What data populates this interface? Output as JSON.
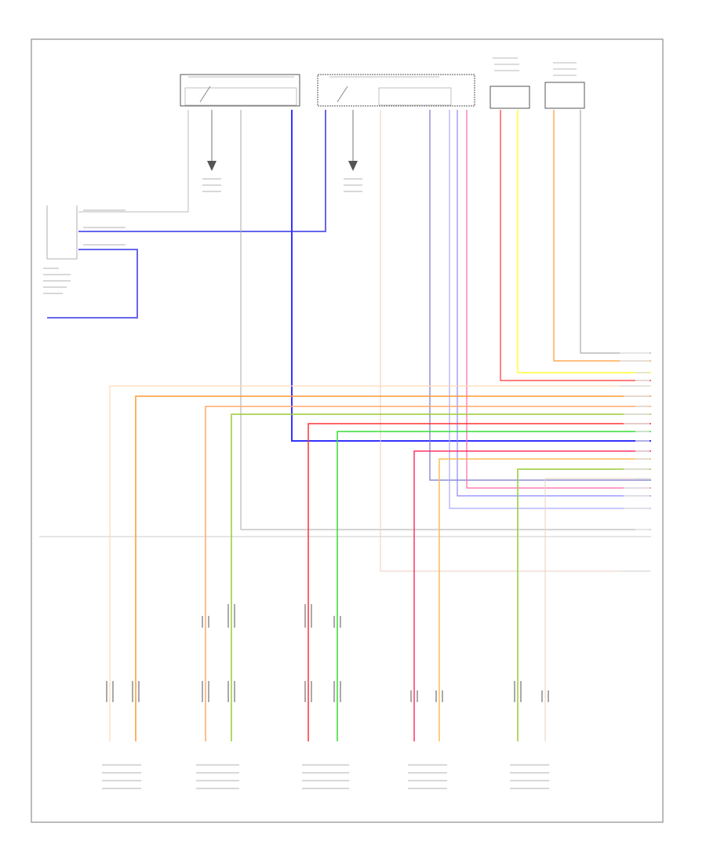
{
  "diagram": {
    "footer_code": "",
    "colors": {
      "frame": "#777777",
      "tan": "#e6c8a6",
      "orange": "#ff9933",
      "brown": "#c98a55",
      "red": "#ff3333",
      "pink": "#ff66aa",
      "green": "#33dd33",
      "yellow": "#ffff33",
      "blue": "#3333ff",
      "lavender": "#aaaaff",
      "gray": "#aaaaaa"
    },
    "components": [
      {
        "id": "left-seat-heater-module-connector",
        "label": ""
      },
      {
        "id": "right-seat-heater-module-connector",
        "label": ""
      },
      {
        "id": "top-right-module-1",
        "label": ""
      },
      {
        "id": "top-right-module-2",
        "label": ""
      },
      {
        "id": "driver-ground-point",
        "label": ""
      },
      {
        "id": "passenger-ground-point",
        "label": ""
      },
      {
        "id": "left-instrument-panel-junction",
        "label": ""
      }
    ],
    "bottom_components": [
      {
        "id": "left-front-seat-component",
        "label": ""
      },
      {
        "id": "driver-seat-sensor",
        "label": ""
      },
      {
        "id": "passenger-seat-sensor",
        "label": ""
      },
      {
        "id": "left-rear-seat-heater",
        "label": ""
      },
      {
        "id": "right-rear-seat-heater",
        "label": ""
      }
    ],
    "wire_labels": []
  }
}
